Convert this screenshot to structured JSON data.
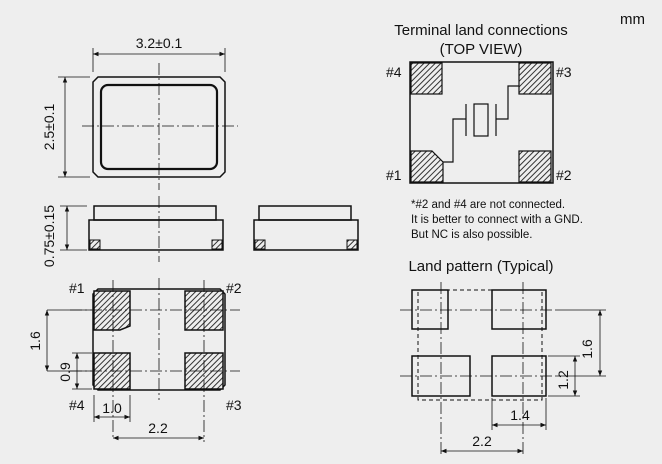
{
  "unit": "mm",
  "outline": {
    "width_dim": "3.2±0.1",
    "height_dim": "2.5±0.1",
    "thickness_dim": "0.75±0.15"
  },
  "bottom_view": {
    "pad_labels": [
      "#1",
      "#2",
      "#3",
      "#4"
    ],
    "dims": {
      "v1": "1.6",
      "v2": "0.9",
      "h1": "1.0",
      "h2": "2.2"
    }
  },
  "terminal": {
    "title_line1": "Terminal land connections",
    "title_line2": "(TOP VIEW)",
    "pad_labels": [
      "#1",
      "#2",
      "#3",
      "#4"
    ],
    "note_lines": [
      "*#2 and #4 are not connected.",
      "It is better to connect with a GND.",
      "But NC is also possible."
    ]
  },
  "land_pattern": {
    "title": "Land pattern (Typical)",
    "dims": {
      "v1": "1.6",
      "v2": "1.2",
      "h1": "1.4",
      "h2": "2.2"
    }
  },
  "colors": {
    "line": "#111111",
    "background": "#eeeeee",
    "hatch": "#333333"
  }
}
